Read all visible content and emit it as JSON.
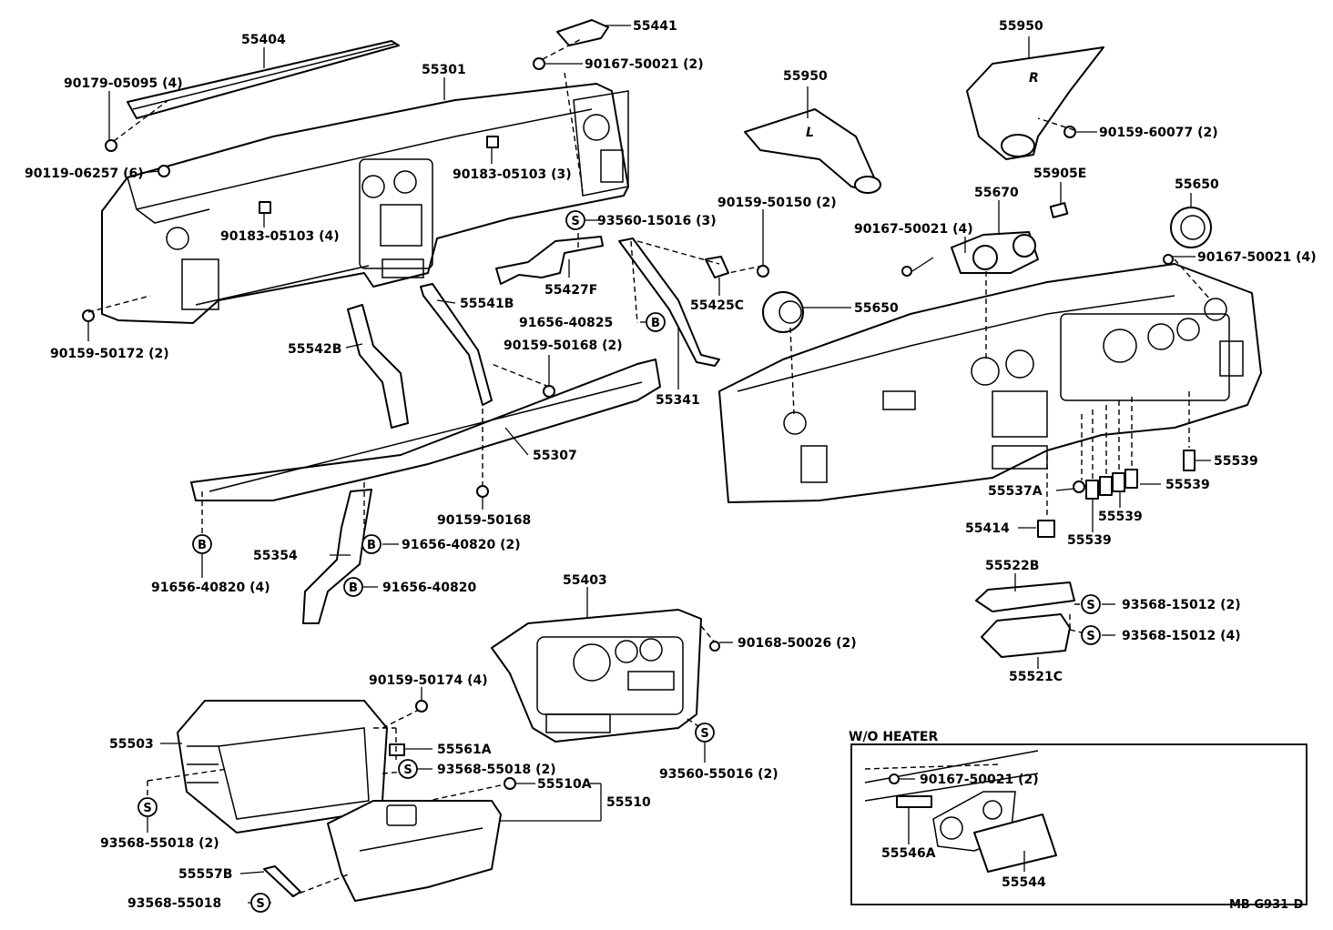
{
  "diagram": {
    "code": "MB G931-D",
    "section_title": "W/O HEATER",
    "labels": {
      "p55404": "55404",
      "p55301": "55301",
      "p55441": "55441",
      "p90167_50021_2_top": "90167-50021 (2)",
      "p90179_05095": "90179-05095 (4)",
      "p90119_06257": "90119-06257 (6)",
      "p90183_05103_3": "90183-05103 (3)",
      "p90183_05103_4": "90183-05103 (4)",
      "p90159_50172": "90159-50172 (2)",
      "p55950_left": "55950",
      "p55950_right": "55950",
      "p90159_60077": "90159-60077 (2)",
      "p55905E": "55905E",
      "p55670": "55670",
      "p90159_50150": "90159-50150 (2)",
      "p90167_50021_4_mid": "90167-50021 (4)",
      "p55650_top": "55650",
      "p90167_50021_4_right": "90167-50021 (4)",
      "p93560_15016": "93560-15016 (3)",
      "p55427F": "55427F",
      "p55425C": "55425C",
      "p55650_mid": "55650",
      "p55541B": "55541B",
      "p91656_40825": "91656-40825",
      "p55542B": "55542B",
      "p90159_50168_2": "90159-50168 (2)",
      "p55341": "55341",
      "p55307": "55307",
      "p90159_50168": "90159-50168",
      "p55354": "55354",
      "p91656_40820_2": "91656-40820 (2)",
      "p91656_40820_4": "91656-40820 (4)",
      "p91656_40820": "91656-40820",
      "p55539_a": "55539",
      "p55537A": "55537A",
      "p55539_b": "55539",
      "p55539_c": "55539",
      "p55539_d": "55539",
      "p55414": "55414",
      "p55522B": "55522B",
      "p93568_15012_2": "93568-15012 (2)",
      "p93568_15012_4": "93568-15012 (4)",
      "p55521C": "55521C",
      "p55403": "55403",
      "p90168_50026": "90168-50026 (2)",
      "p90159_50174": "90159-50174 (4)",
      "p55503": "55503",
      "p55561A": "55561A",
      "p93568_55018_2_a": "93568-55018 (2)",
      "p93560_55016": "93560-55016 (2)",
      "p55510A": "55510A",
      "p55510": "55510",
      "p93568_55018_2_b": "93568-55018 (2)",
      "p55557B": "55557B",
      "p93568_55018": "93568-55018",
      "p90167_50021_2_wo": "90167-50021 (2)",
      "p55546A": "55546A",
      "p55544": "55544"
    },
    "badges": {
      "s": "S",
      "b": "B",
      "r": "R",
      "l": "L"
    }
  }
}
